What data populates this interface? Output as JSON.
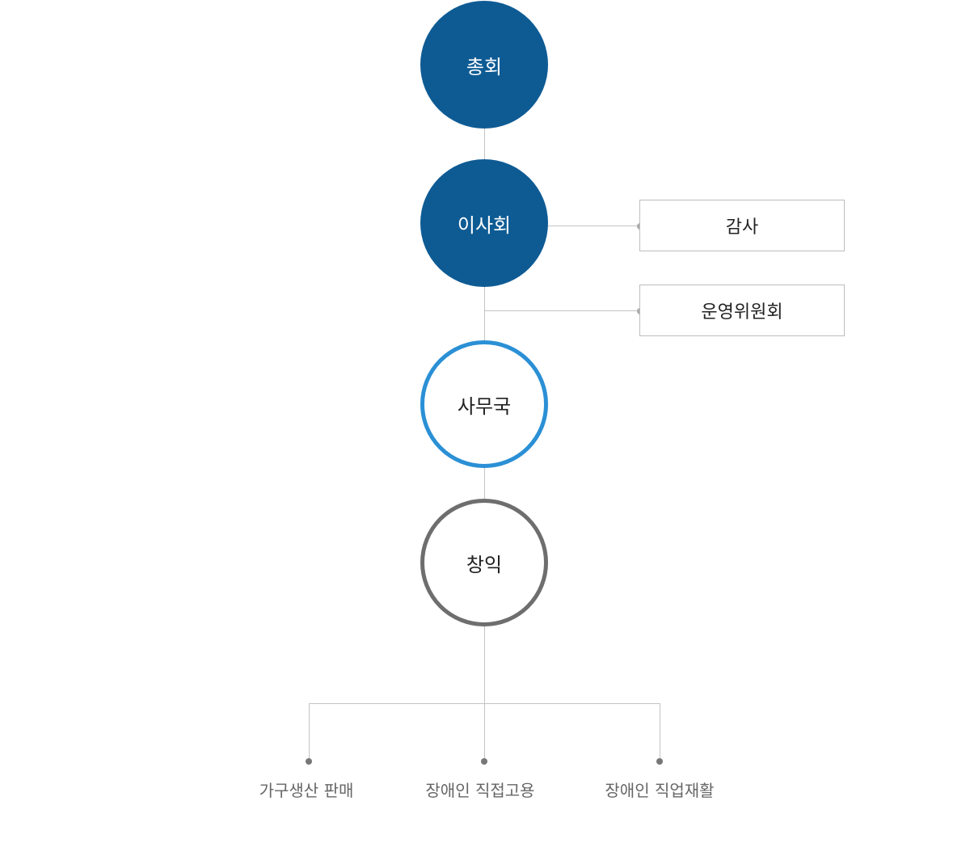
{
  "colors": {
    "primary": "#0e5b94",
    "secondary": "#2b90d5",
    "tertiary": "#6e6e6e",
    "line": "#c4c4c4",
    "text_on_primary": "#ffffff",
    "leaf_text": "#666666"
  },
  "nodes": {
    "general_assembly": "총회",
    "board": "이사회",
    "secretariat": "사무국",
    "changik": "창익"
  },
  "side_boxes": {
    "audit": "감사",
    "steering_committee": "운영위원회"
  },
  "leaves": [
    "가구생산 판매",
    "장애인 직접고용",
    "장애인 직업재활"
  ]
}
